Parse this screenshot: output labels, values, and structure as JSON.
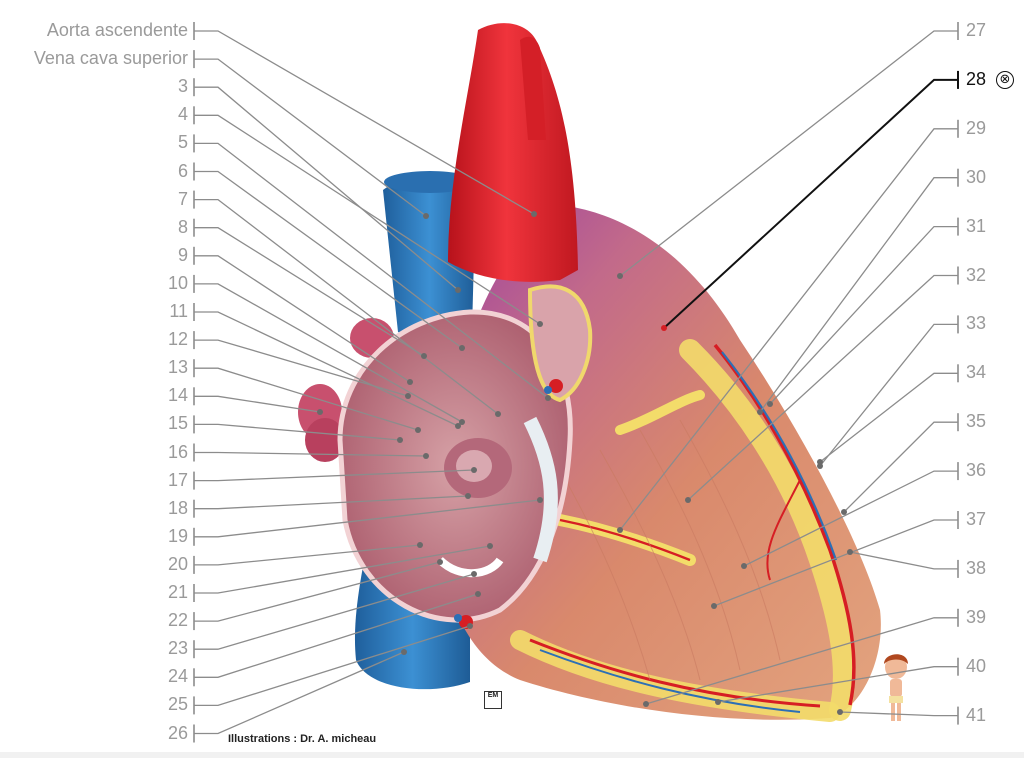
{
  "labels_left": [
    "Aorta ascendente",
    "Vena cava superior",
    "3",
    "4",
    "5",
    "6",
    "7",
    "8",
    "9",
    "10",
    "11",
    "12",
    "13",
    "14",
    "15",
    "16",
    "17",
    "18",
    "19",
    "20",
    "21",
    "22",
    "23",
    "24",
    "25",
    "26"
  ],
  "labels_right": [
    "27",
    "28",
    "29",
    "30",
    "31",
    "32",
    "33",
    "34",
    "35",
    "36",
    "37",
    "38",
    "39",
    "40",
    "41"
  ],
  "active_label": "28",
  "close_symbol": "⊗",
  "credit": "Illustrations : Dr. A. micheau",
  "logo_text": "EM",
  "colors": {
    "label_gray": "#9a9a9a",
    "leader_gray": "#8c8c8c",
    "active": "#111111",
    "aorta": "#e0222a",
    "vena_cava": "#2f7fc4",
    "myocardium": "#d98a6e",
    "fat": "#f3dc6a",
    "atrium_pink": "#c8506e"
  }
}
